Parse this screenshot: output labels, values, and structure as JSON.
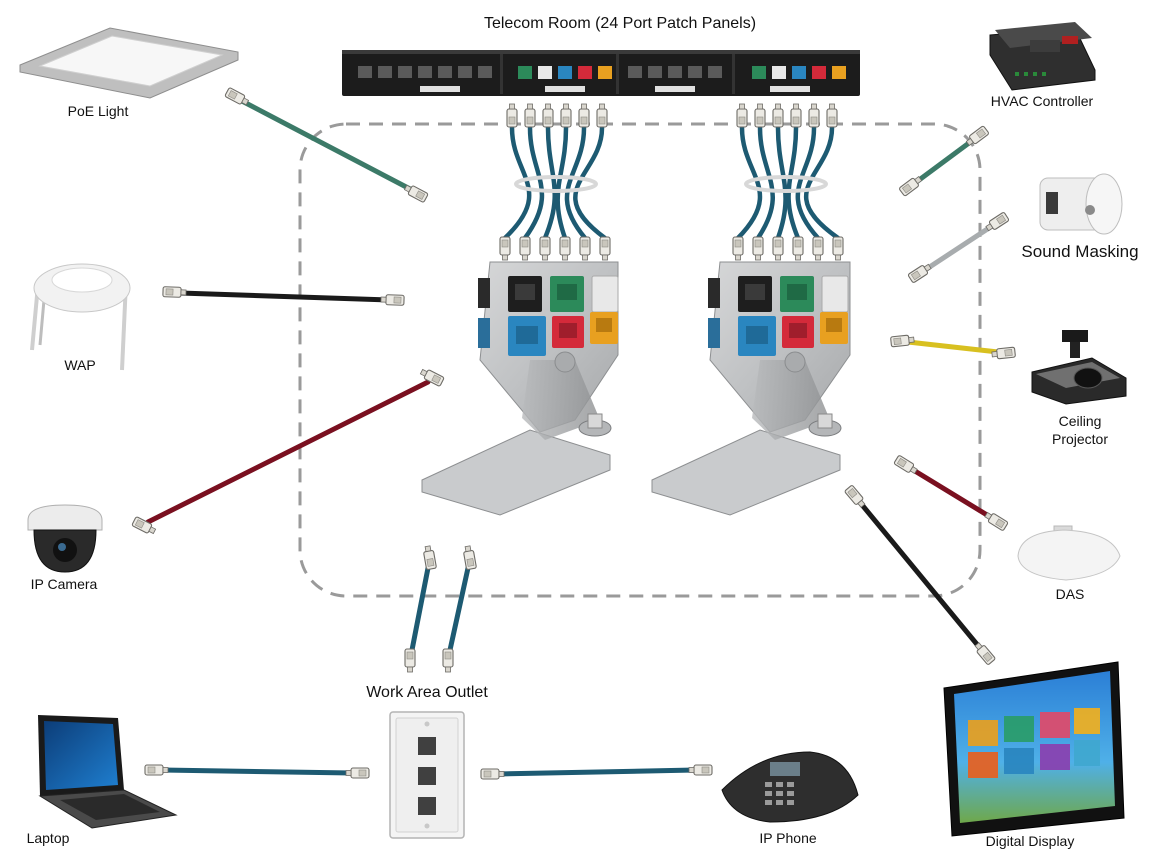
{
  "title": "Telecom Room (24 Port Patch Panels)",
  "zone_label": "Work Area Outlet",
  "devices": {
    "poe_light": "PoE Light",
    "wap": "WAP",
    "ip_camera": "IP Camera",
    "laptop": "Laptop",
    "hvac": "HVAC Controller",
    "sound_masking": "Sound Masking",
    "projector_line1": "Ceiling",
    "projector_line2": "Projector",
    "das": "DAS",
    "ip_phone": "IP Phone",
    "digital_display": "Digital Display"
  },
  "colors": {
    "cable_teal": "#1d5a72",
    "cable_green": "#3c7a68",
    "cable_black": "#1a1a1a",
    "cable_maroon": "#7a1020",
    "cable_gray": "#a8acae",
    "cable_yellow": "#d8c020",
    "jack_black": "#1e1e1e",
    "jack_green": "#2c8a5a",
    "jack_white": "#e8e8e8",
    "jack_blue": "#2a86c0",
    "jack_red": "#d42a3a",
    "jack_orange": "#e8a020"
  }
}
